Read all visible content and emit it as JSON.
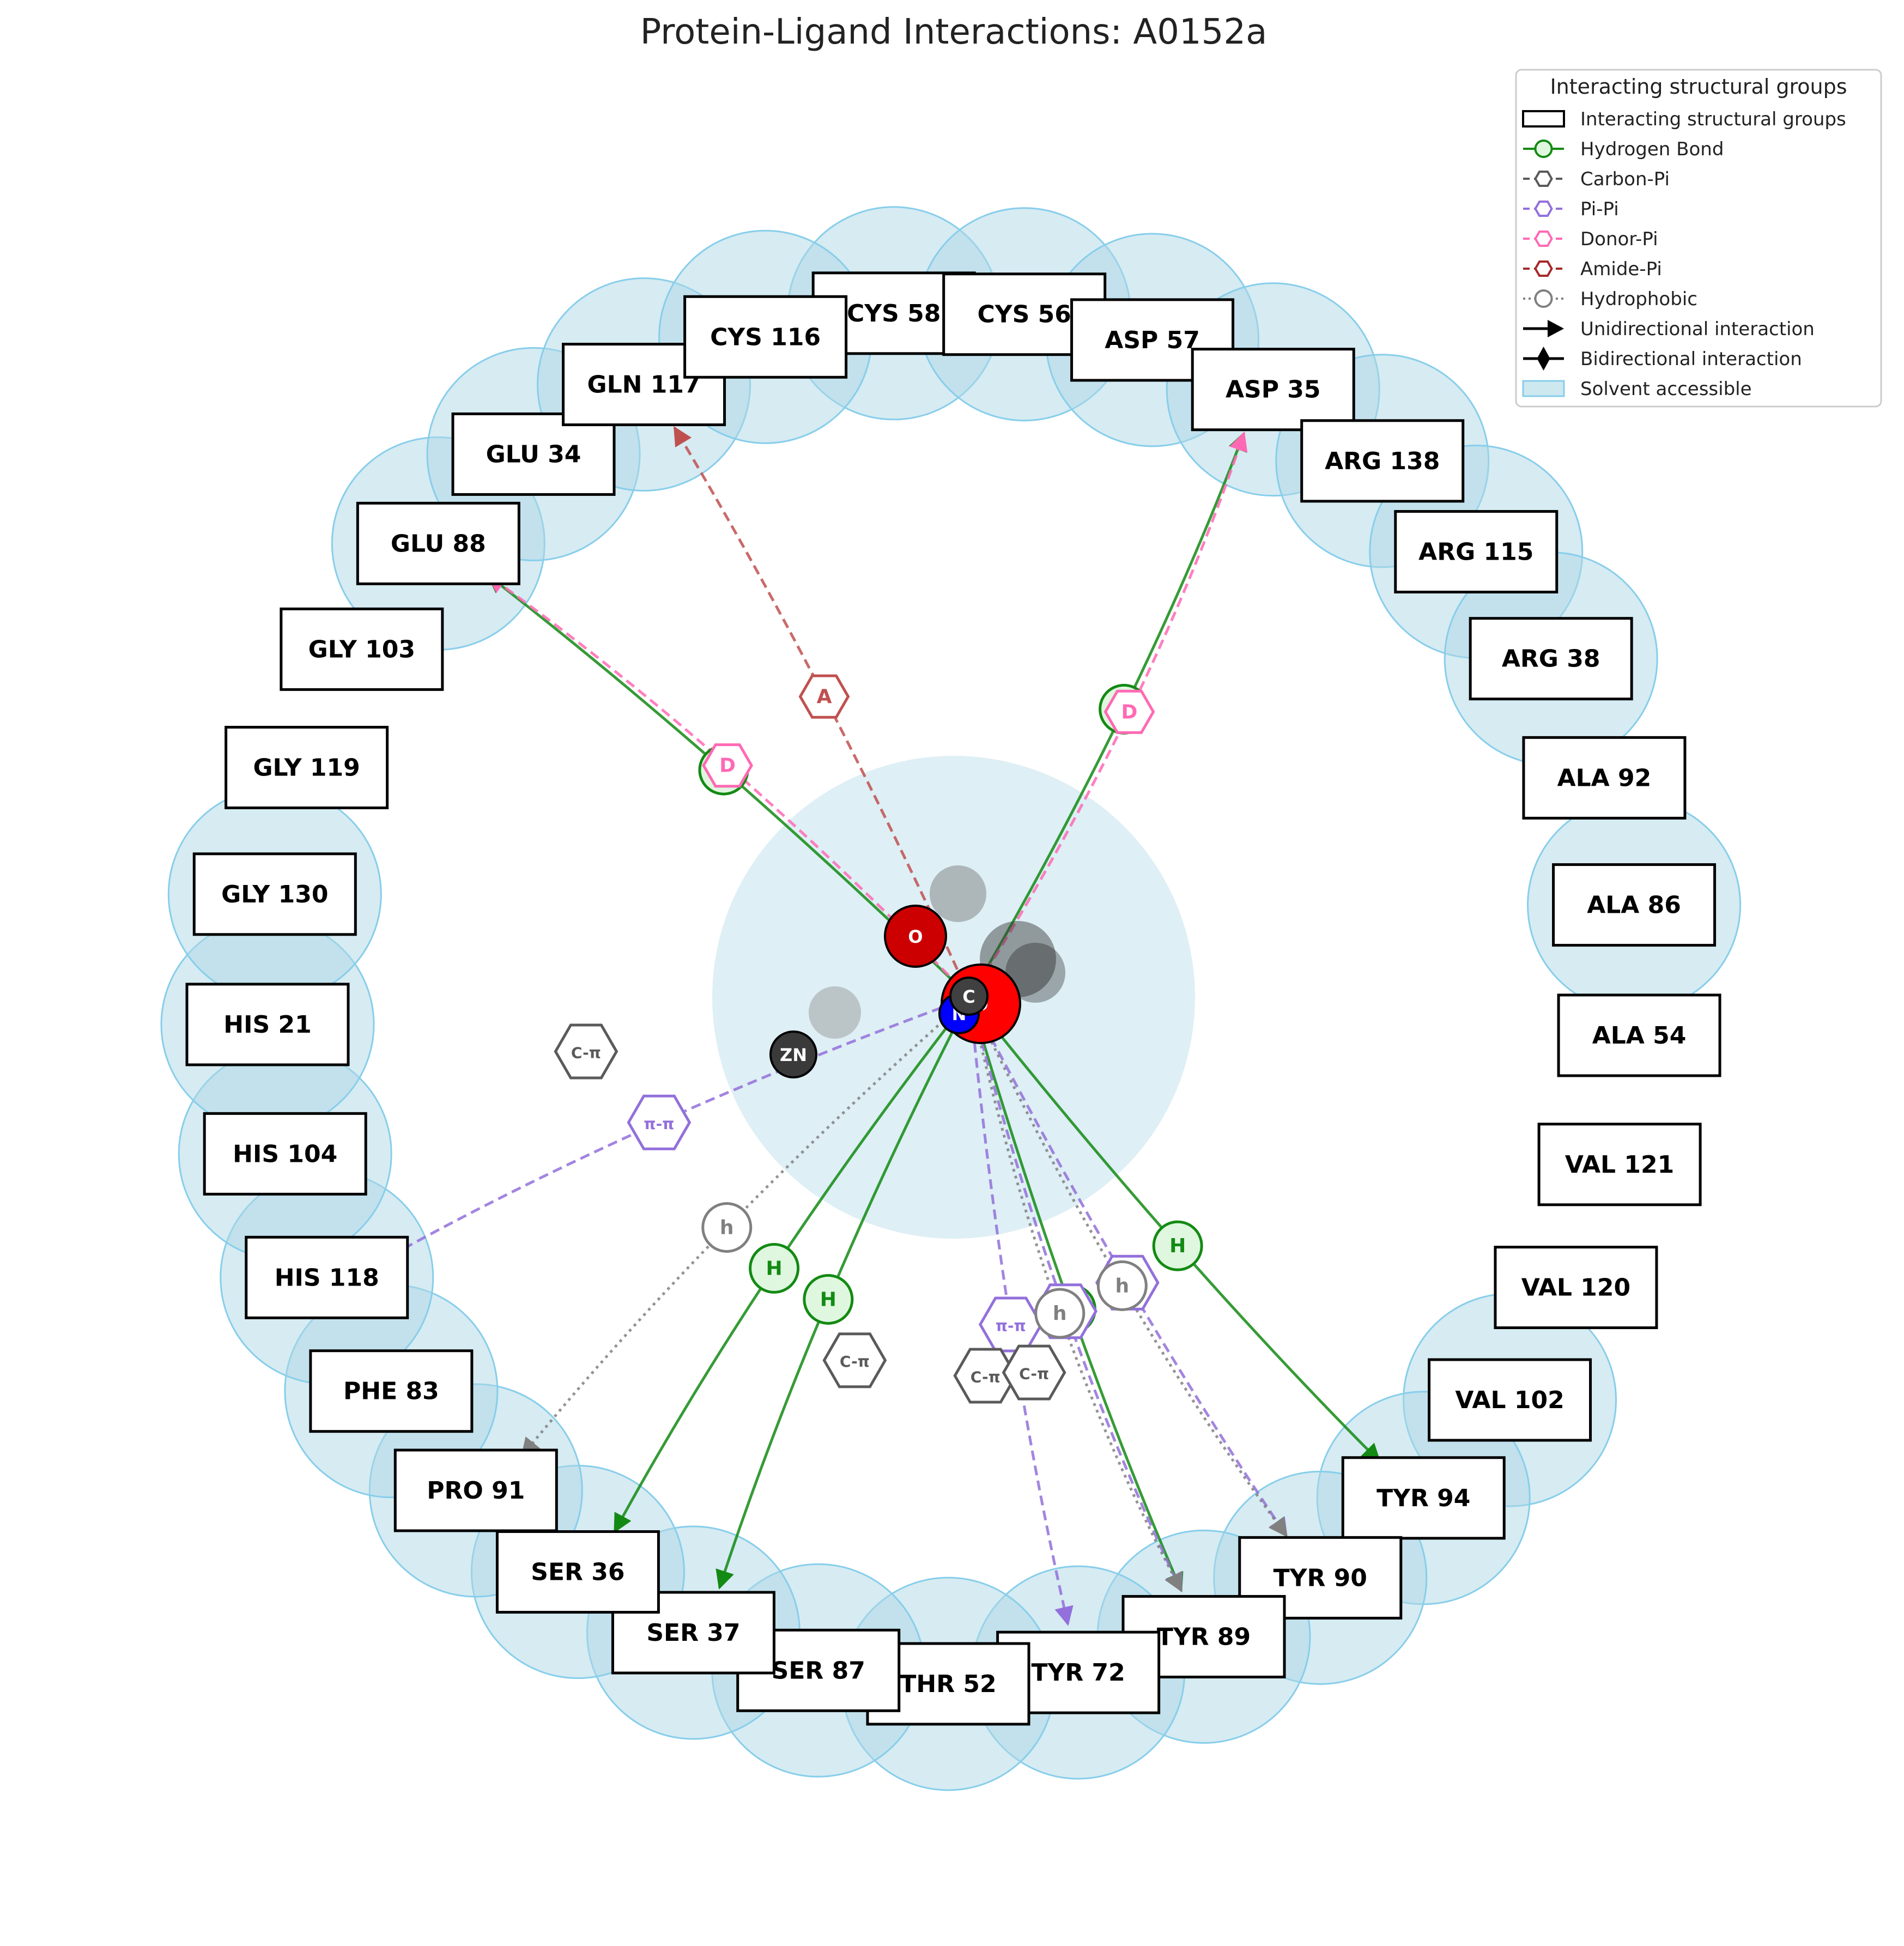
{
  "title": "Protein-Ligand Interactions: A0152a",
  "legend": {
    "title": "Interacting structural groups",
    "items": [
      {
        "label": "Interacting structural groups",
        "symbol": "box"
      },
      {
        "label": "Hydrogen Bond",
        "symbol": "circle-line",
        "color": "#138a13"
      },
      {
        "label": "Carbon-Pi",
        "symbol": "hex-dash",
        "color": "#5a5a5a"
      },
      {
        "label": "Pi-Pi",
        "symbol": "hex-dash",
        "color": "#9370db"
      },
      {
        "label": "Donor-Pi",
        "symbol": "hex-dash",
        "color": "#ff69b4"
      },
      {
        "label": "Amide-Pi",
        "symbol": "hex-dash",
        "color": "#a52a2a"
      },
      {
        "label": "Hydrophobic",
        "symbol": "circle-dot",
        "color": "#808080"
      },
      {
        "label": "Unidirectional interaction",
        "symbol": "arrow"
      },
      {
        "label": "Bidirectional interaction",
        "symbol": "diamond"
      },
      {
        "label": "Solvent accessible",
        "symbol": "patch",
        "color": "#add8e6"
      }
    ]
  },
  "residues": [
    {
      "label": "CYS 58",
      "solvent": true
    },
    {
      "label": "CYS 56",
      "solvent": true
    },
    {
      "label": "ASP 57",
      "solvent": true
    },
    {
      "label": "ASP 35",
      "solvent": true
    },
    {
      "label": "ARG 138",
      "solvent": true
    },
    {
      "label": "ARG 115",
      "solvent": true
    },
    {
      "label": "ARG 38",
      "solvent": true
    },
    {
      "label": "ALA 92",
      "solvent": false
    },
    {
      "label": "ALA 86",
      "solvent": true
    },
    {
      "label": "ALA 54",
      "solvent": false
    },
    {
      "label": "VAL 121",
      "solvent": false
    },
    {
      "label": "VAL 120",
      "solvent": false
    },
    {
      "label": "VAL 102",
      "solvent": true
    },
    {
      "label": "TYR 94",
      "solvent": true
    },
    {
      "label": "TYR 90",
      "solvent": true
    },
    {
      "label": "TYR 89",
      "solvent": true
    },
    {
      "label": "TYR 72",
      "solvent": true
    },
    {
      "label": "THR 52",
      "solvent": true
    },
    {
      "label": "SER 87",
      "solvent": true
    },
    {
      "label": "SER 37",
      "solvent": true
    },
    {
      "label": "SER 36",
      "solvent": true
    },
    {
      "label": "PRO 91",
      "solvent": true
    },
    {
      "label": "PHE 83",
      "solvent": true
    },
    {
      "label": "HIS 118",
      "solvent": true
    },
    {
      "label": "HIS 104",
      "solvent": true
    },
    {
      "label": "HIS 21",
      "solvent": true
    },
    {
      "label": "GLY 130",
      "solvent": true
    },
    {
      "label": "GLY 119",
      "solvent": false
    },
    {
      "label": "GLY 103",
      "solvent": false
    },
    {
      "label": "GLU 88",
      "solvent": true
    },
    {
      "label": "GLU 34",
      "solvent": true
    },
    {
      "label": "GLN 117",
      "solvent": true
    },
    {
      "label": "CYS 116",
      "solvent": true
    }
  ],
  "interactions": [
    {
      "residue": "GLU 88",
      "type": "hbond",
      "marker": "H"
    },
    {
      "residue": "GLU 88",
      "type": "donor-pi",
      "marker": "D"
    },
    {
      "residue": "GLN 117",
      "type": "amide-pi",
      "marker": "A"
    },
    {
      "residue": "ASP 35",
      "type": "hbond",
      "marker": "H"
    },
    {
      "residue": "ASP 35",
      "type": "donor-pi",
      "marker": "D"
    },
    {
      "residue": "TYR 94",
      "type": "hbond",
      "marker": "H"
    },
    {
      "residue": "TYR 89",
      "type": "hbond",
      "marker": "H"
    },
    {
      "residue": "SER 36",
      "type": "hbond",
      "marker": "H"
    },
    {
      "residue": "SER 37",
      "type": "hbond",
      "marker": "H"
    },
    {
      "residue": "HIS 118",
      "type": "pi-pi",
      "marker": "π-π"
    },
    {
      "residue": "TYR 72",
      "type": "pi-pi",
      "marker": "π-π"
    },
    {
      "residue": "TYR 90",
      "type": "pi-pi",
      "marker": "π-π"
    },
    {
      "residue": "TYR 89",
      "type": "pi-pi",
      "marker": "π-π"
    },
    {
      "residue": "PRO 91",
      "type": "hydrophobic",
      "marker": "h"
    },
    {
      "residue": "TYR 90",
      "type": "hydrophobic",
      "marker": "h"
    },
    {
      "residue": "TYR 89",
      "type": "hydrophobic",
      "marker": "h"
    },
    {
      "residue": "HIS 104",
      "type": "carbon-pi",
      "marker": "C-π"
    },
    {
      "residue": "SER 87",
      "type": "carbon-pi",
      "marker": "C-π"
    },
    {
      "residue": "TYR 72",
      "type": "carbon-pi",
      "marker": "C-π"
    },
    {
      "residue": "TYR 89",
      "type": "carbon-pi",
      "marker": "C-π"
    }
  ],
  "atoms": [
    {
      "label": "O",
      "color": "#ff0000"
    },
    {
      "label": "O",
      "color": "#cc0000"
    },
    {
      "label": "N",
      "color": "#0000ff"
    },
    {
      "label": "C",
      "color": "#404040"
    },
    {
      "label": "ZN",
      "color": "#3a3a3a"
    }
  ]
}
